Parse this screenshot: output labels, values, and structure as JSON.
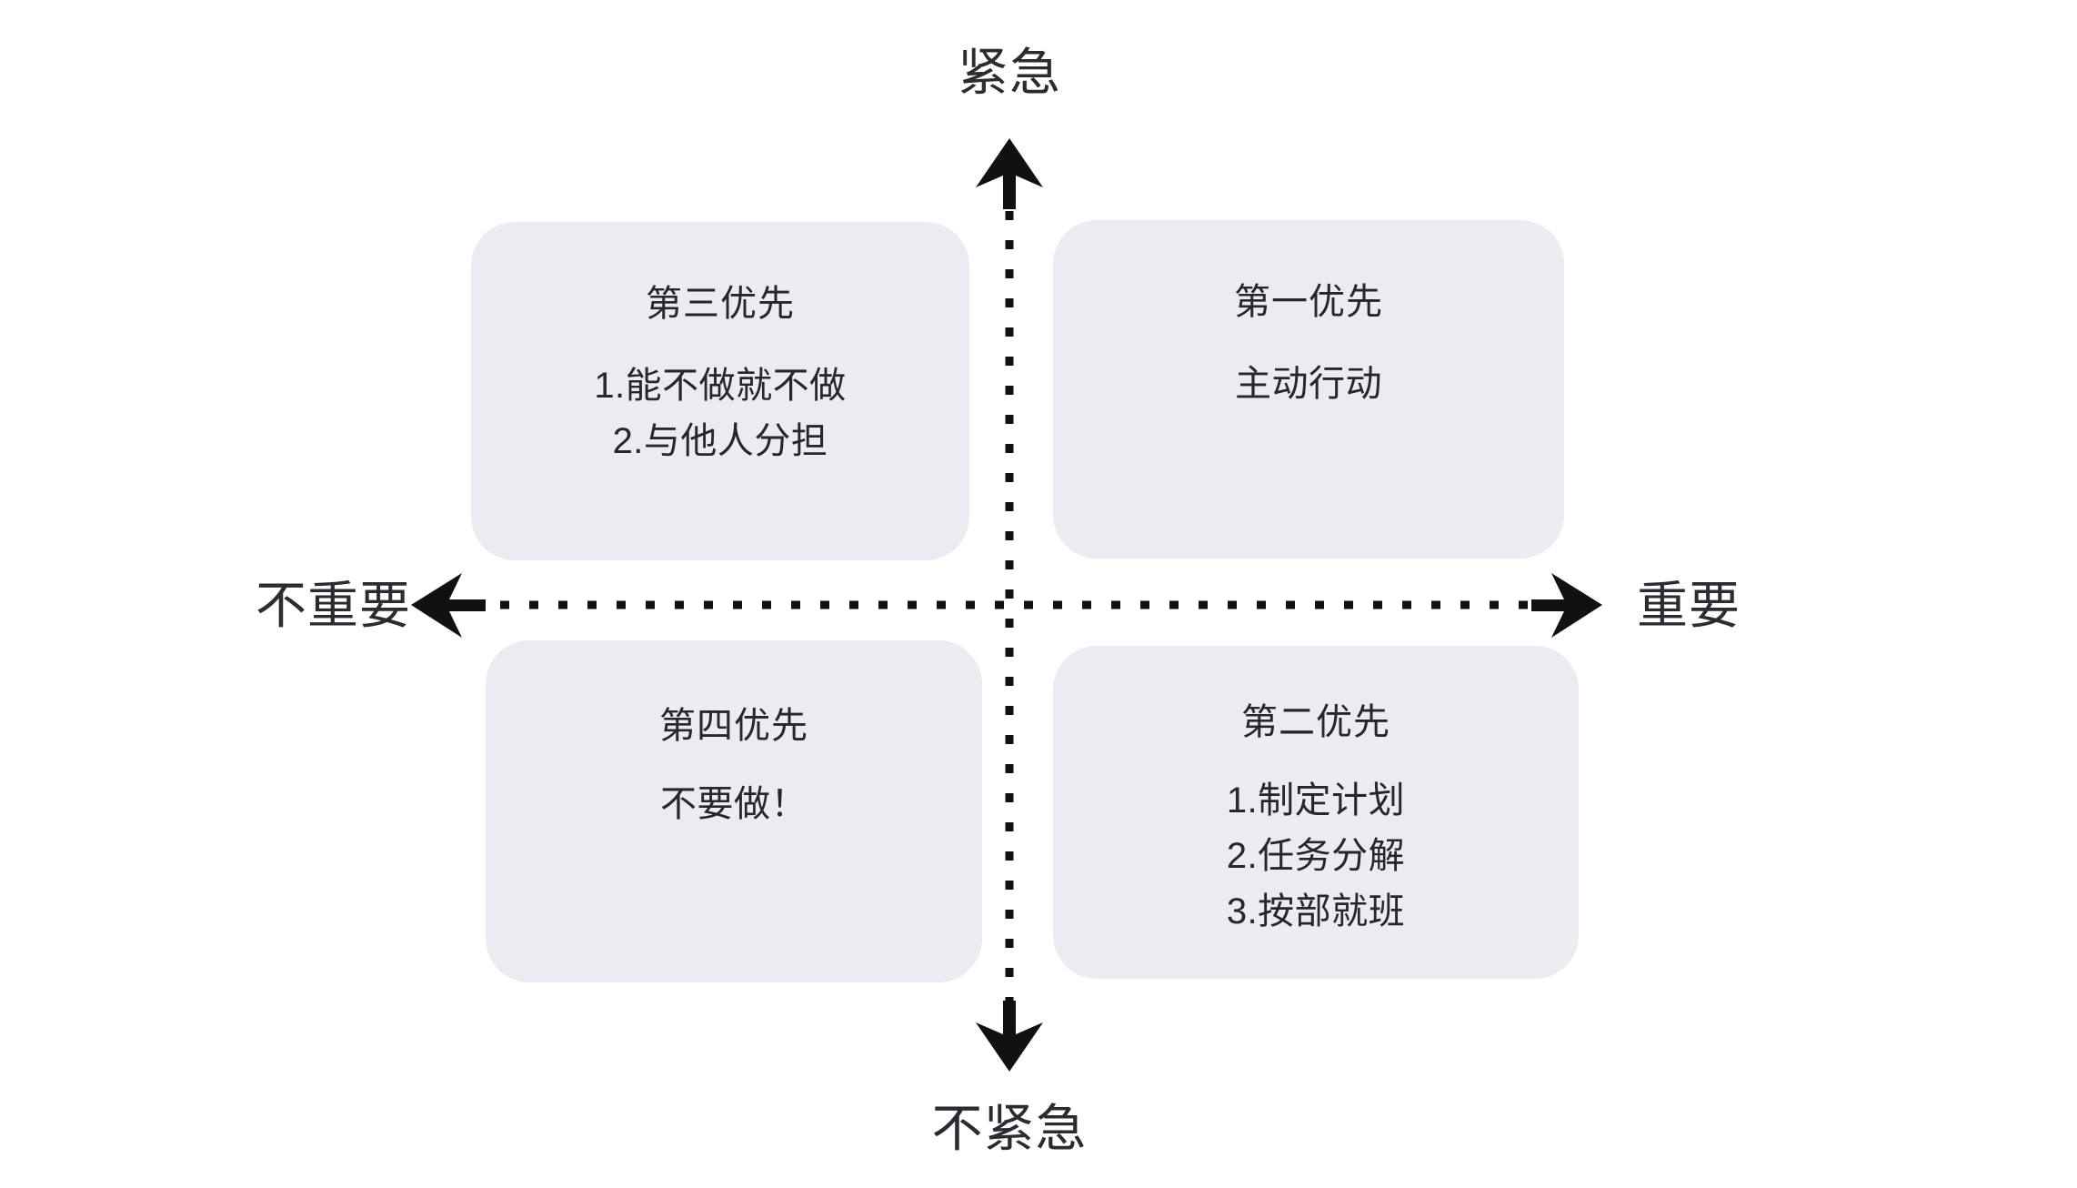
{
  "diagram": {
    "type": "eisenhower-matrix",
    "background_color": "#ffffff",
    "card_color": "#ebebf1",
    "text_color": "#26262c",
    "axis_color": "#111111"
  },
  "axes": {
    "top_label": "紧急",
    "bottom_label": "不紧急",
    "left_label": "不重要",
    "right_label": "重要",
    "vertical_arrow_top": "arrow-up-icon",
    "vertical_arrow_bottom": "arrow-down-icon",
    "horizontal_arrow_left": "arrow-left-icon",
    "horizontal_arrow_right": "arrow-right-icon",
    "line_style": "dotted"
  },
  "quadrants": [
    {
      "id": "q3",
      "position": "top-left",
      "title": "第三优先",
      "lines": [
        "1.能不做就不做",
        "2.与他人分担"
      ]
    },
    {
      "id": "q1",
      "position": "top-right",
      "title": "第一优先",
      "lines": [
        "主动行动"
      ]
    },
    {
      "id": "q4",
      "position": "bottom-left",
      "title": "第四优先",
      "lines": [
        "不要做！"
      ]
    },
    {
      "id": "q2",
      "position": "bottom-right",
      "title": "第二优先",
      "lines": [
        "1.制定计划",
        "2.任务分解",
        "3.按部就班"
      ]
    }
  ]
}
